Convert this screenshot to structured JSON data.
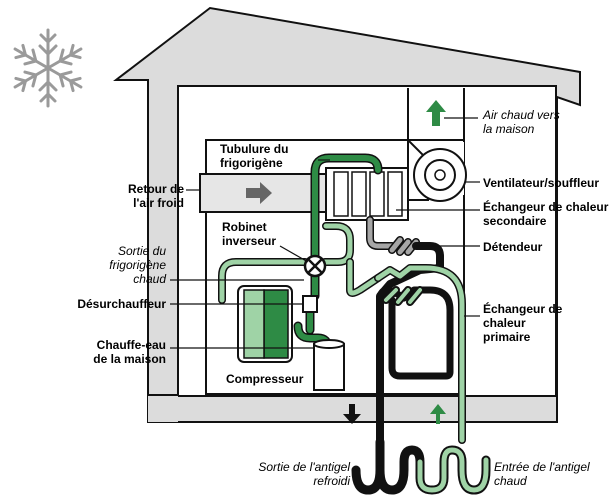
{
  "labels": {
    "air_chaud": [
      "Air chaud vers",
      "la maison"
    ],
    "tubulure": [
      "Tubulure du",
      "frigorigène"
    ],
    "retour": [
      "Retour de",
      "l'air froid"
    ],
    "ventilateur": [
      "Ventilateur/souffleur"
    ],
    "echangeur_secondaire": [
      "Échangeur de chaleur",
      "secondaire"
    ],
    "robinet": [
      "Robinet",
      "inverseur"
    ],
    "sortie_frigorigene": [
      "Sortie du",
      "frigorigène",
      "chaud"
    ],
    "detendeur": [
      "Détendeur"
    ],
    "desurchauffeur": [
      "Désurchauffeur"
    ],
    "echangeur_primaire": [
      "Échangeur de",
      "chaleur",
      "primaire"
    ],
    "chauffe_eau": [
      "Chauffe-eau",
      "de la maison"
    ],
    "compresseur": [
      "Compresseur"
    ],
    "sortie_antigel": [
      "Sortie de l'antigel",
      "refroidi"
    ],
    "entree_antigel": [
      "Entrée de l'antigel",
      "chaud"
    ]
  },
  "colors": {
    "green": "#2e8b45",
    "light_green": "#9fd3a6",
    "black": "#111111",
    "grey": "#a6a6a6",
    "light_grey": "#dcdcdc"
  },
  "icons": [
    "snowflake-icon",
    "arrow-up-icon",
    "arrow-right-icon",
    "arrow-down-icon",
    "reversing-valve-icon"
  ]
}
